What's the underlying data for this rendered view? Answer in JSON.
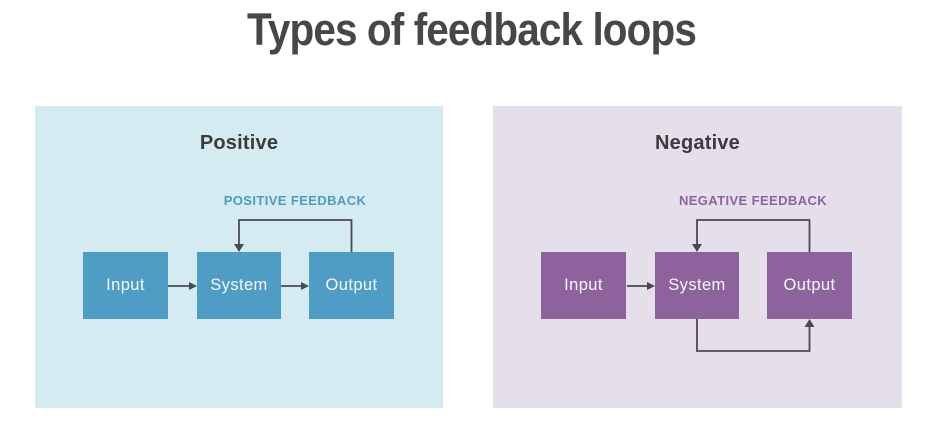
{
  "title": "Types of feedback loops",
  "colors": {
    "title_text": "#474747",
    "heading_text": "#3b3b3b",
    "box_text": "#f5f8fa",
    "arrow_line": "#4a4a52",
    "positive_panel_bg": "#d4ebf1",
    "positive_box_fill": "#4f9dc4",
    "positive_feedback_text": "#4f9cbe",
    "negative_panel_bg": "#e4dfeb",
    "negative_box_fill": "#8e639d",
    "negative_feedback_text": "#8a659b"
  },
  "panels": [
    {
      "id": "positive",
      "heading": "Positive",
      "feedback_label": "POSITIVE FEEDBACK",
      "nodes": [
        "Input",
        "System",
        "Output"
      ],
      "edges": [
        {
          "from": "Input",
          "to": "System",
          "path": "direct"
        },
        {
          "from": "System",
          "to": "Output",
          "path": "direct"
        },
        {
          "from": "Output",
          "to": "System",
          "path": "top-loop"
        }
      ]
    },
    {
      "id": "negative",
      "heading": "Negative",
      "feedback_label": "NEGATIVE FEEDBACK",
      "nodes": [
        "Input",
        "System",
        "Output"
      ],
      "edges": [
        {
          "from": "Input",
          "to": "System",
          "path": "direct"
        },
        {
          "from": "System",
          "to": "Output",
          "path": "bottom-loop"
        },
        {
          "from": "Output",
          "to": "System",
          "path": "top-loop"
        }
      ]
    }
  ]
}
